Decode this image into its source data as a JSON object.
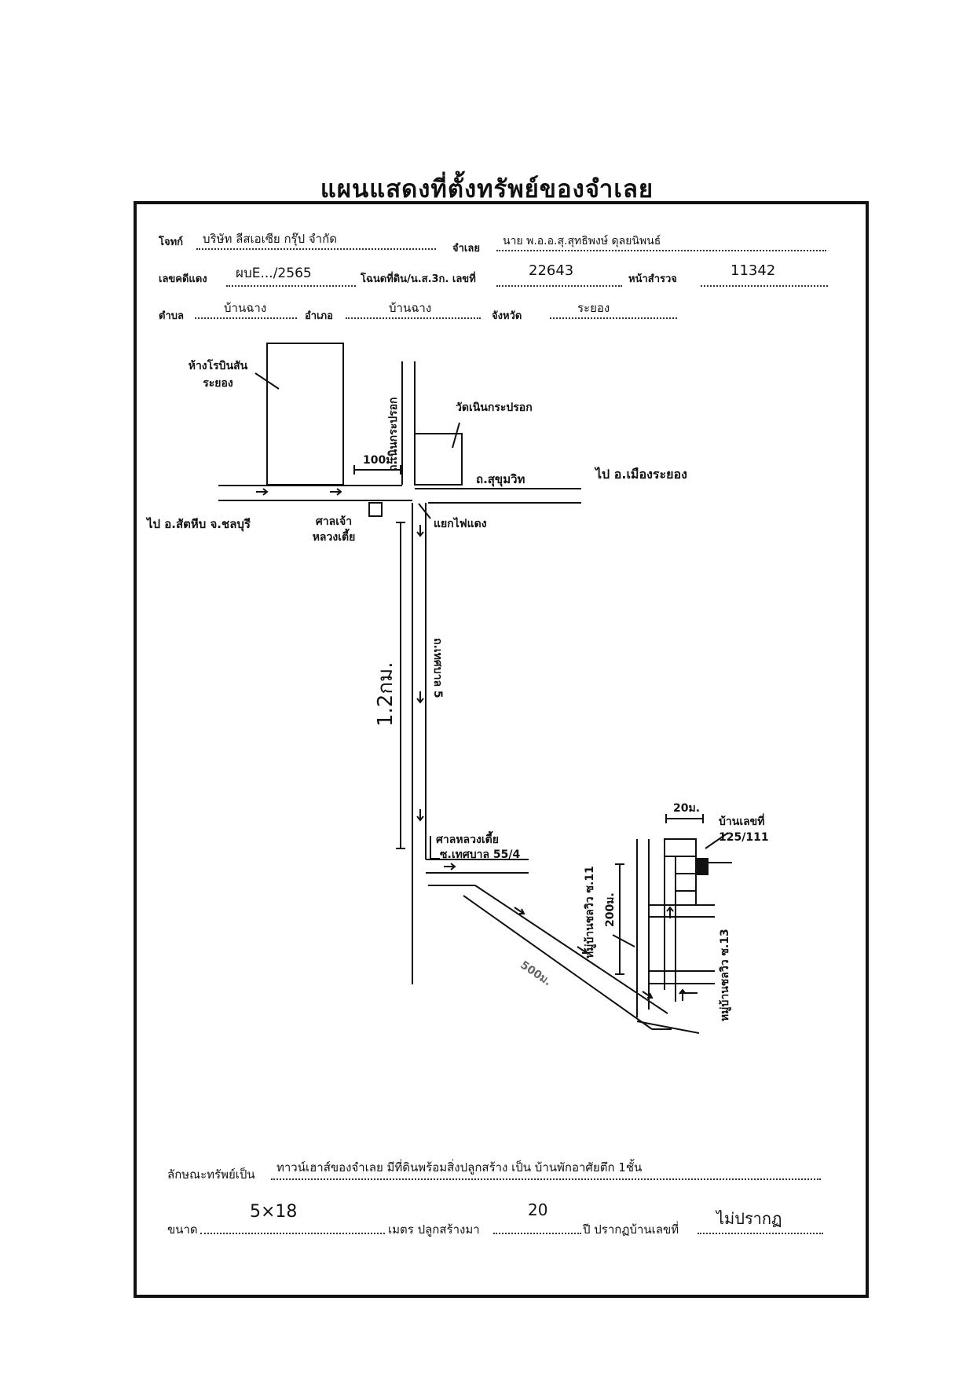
{
  "title": "แผนแสดงที่ตั้งทรัพย์ของจำเลย",
  "header": {
    "plaintiff_label": "โจทก์",
    "plaintiff_value": "บริษัท ลีสเอเซีย กรุ๊ป จำกัด",
    "defendant_label": "จำเลย",
    "defendant_value": "นาย พ.อ.อ.สุ.สุทธิพงษ์ ดุลยนิพนธ์",
    "case_label": "เลขคดีแดง",
    "case_value": "ผบE.../2565",
    "deed_label": "โฉนดที่ดิน/น.ส.3ก. เลขที่",
    "deed_value": "22643",
    "survey_label": "หน้าสำรวจ",
    "survey_value": "11342",
    "subdistrict_label": "ตำบล",
    "subdistrict_value": "บ้านฉาง",
    "district_label": "อำเภอ",
    "district_value": "บ้านฉาง",
    "province_label": "จังหวัด",
    "province_value": "ระยอง"
  },
  "map": {
    "mall": "ห้างโรบินสัน ระยอง",
    "temple": "วัดเนินกระปรอก",
    "road_noen": "ถ.เนินกระปรอก",
    "dist_100": "100ม.",
    "road_sukhumvit": "ถ.สุขุมวิท",
    "to_mueang": "ไป อ.เมืองระยอง",
    "to_sattahip": "ไป อ.สัตหีบ จ.ชลบุรี",
    "shrine": "ศาลเจ้า หลวงเตี้ย",
    "junction": "แยกไฟแดง",
    "dist_1_2km": "1.2กม.",
    "road_thesaban": "ถ.เทศบาล 5",
    "shrine2": "ศาลหลวงเตี้ย",
    "soi": "ซ.เทศบาล 55/4",
    "dist_500": "500ม.",
    "village_soi11": "หมู่บ้านชลวิว ซ.11",
    "dist_200": "200ม.",
    "dist_20": "20ม.",
    "house_no": "บ้านเลขที่ 125/111",
    "village_soi13": "หมู่บ้านชลวิว ซ.13"
  },
  "footer": {
    "property_label": "ลักษณะทรัพย์เป็น",
    "property_value": "ทาวน์เฮาส์ของจำเลย มีที่ดินพร้อมสิ่งปลูกสร้าง เป็น บ้านพักอาศัยตึก 1ชั้น",
    "size_label": "ขนาด",
    "size_value": "5×18",
    "meters_built_label": "เมตร ปลูกสร้างมา",
    "years_value": "20",
    "year_house_label": "ปี ปรากฏบ้านเลขที่",
    "house_value": "ไม่ปรากฏ"
  }
}
